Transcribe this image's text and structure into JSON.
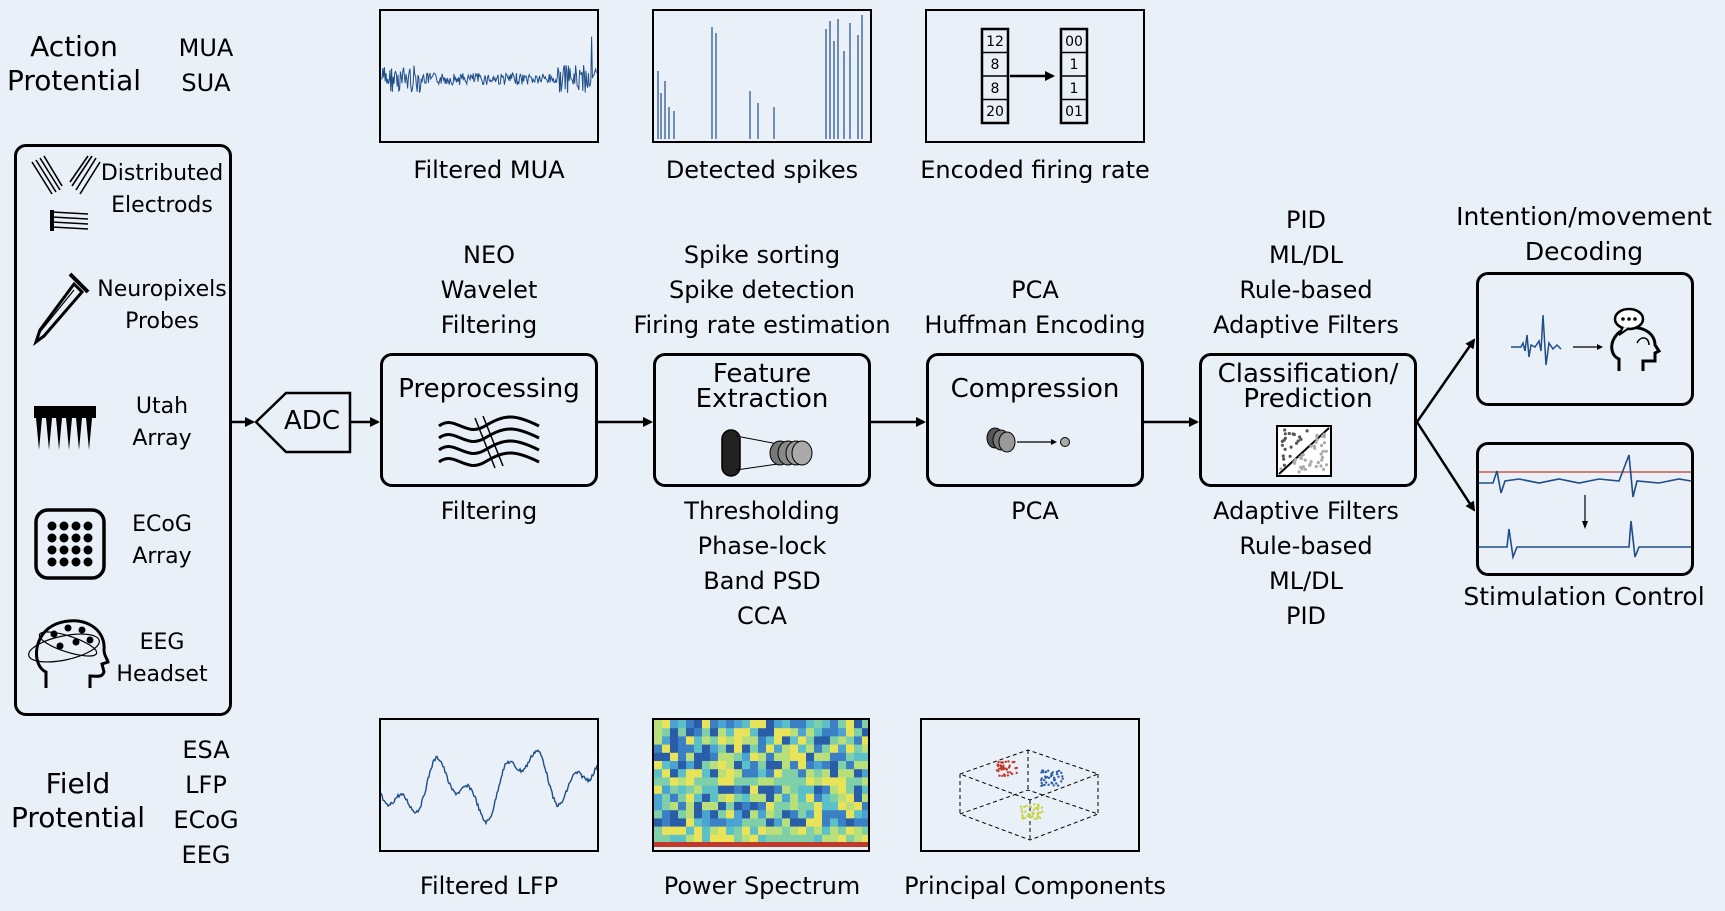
{
  "action_potential": {
    "title": [
      "Action",
      "Protential"
    ],
    "types": [
      "MUA",
      "SUA"
    ]
  },
  "field_potential": {
    "title": [
      "Field",
      "Protential"
    ],
    "types": [
      "ESA",
      "LFP",
      "ECoG",
      "EEG"
    ]
  },
  "sensors": [
    {
      "label": [
        "Distributed",
        "Electrods"
      ],
      "icon": "distributed-electrodes-icon"
    },
    {
      "label": [
        "Neuropixels",
        "Probes"
      ],
      "icon": "neuropixels-probe-icon"
    },
    {
      "label": [
        "Utah",
        "Array"
      ],
      "icon": "utah-array-icon"
    },
    {
      "label": [
        "ECoG",
        "Array"
      ],
      "icon": "ecog-array-icon"
    },
    {
      "label": [
        "EEG",
        "Headset"
      ],
      "icon": "eeg-headset-icon"
    }
  ],
  "adc": {
    "label": "ADC"
  },
  "stages": [
    {
      "title": "Preprocessing",
      "top_methods": [
        "NEO",
        "Wavelet",
        "Filtering"
      ],
      "bottom_methods": [
        "Filtering"
      ],
      "icon": "waves-icon"
    },
    {
      "title": [
        "Feature",
        "Extraction"
      ],
      "top_methods": [
        "Spike sorting",
        "Spike detection",
        "Firing rate estimation"
      ],
      "bottom_methods": [
        "Thresholding",
        "Phase-lock",
        "Band PSD",
        "CCA"
      ],
      "icon": "feature-extraction-icon"
    },
    {
      "title": "Compression",
      "top_methods": [
        "PCA",
        "Huffman Encoding"
      ],
      "bottom_methods": [
        "PCA"
      ],
      "icon": "compression-icon"
    },
    {
      "title": [
        "Classification/",
        "Prediction"
      ],
      "top_methods": [
        "PID",
        "ML/DL",
        "Rule-based",
        "Adaptive Filters"
      ],
      "bottom_methods": [
        "Adaptive Filters",
        "Rule-based",
        "ML/DL",
        "PID"
      ],
      "icon": "classification-scatter-icon"
    }
  ],
  "spike_panels": [
    {
      "caption": "Filtered MUA"
    },
    {
      "caption": "Detected spikes"
    },
    {
      "caption": "Encoded firing rate",
      "left_values": [
        "12",
        "8",
        "8",
        "20"
      ],
      "right_values": [
        "00",
        "1",
        "1",
        "01"
      ]
    }
  ],
  "field_panels": [
    {
      "caption": "Filtered LFP"
    },
    {
      "caption": "Power Spectrum"
    },
    {
      "caption": "Principal Components"
    }
  ],
  "outputs": [
    {
      "label": [
        "Intention/movement",
        "Decoding"
      ],
      "icon": "head-thought-icon"
    },
    {
      "label": [
        "Stimulation Control"
      ],
      "icon": "stimulation-waveform-icon"
    }
  ],
  "colors": {
    "background": "#e9f0f8",
    "signal": "#1f4e89",
    "cluster_red": "#c0392b",
    "cluster_blue": "#2e5fa8",
    "cluster_yellow": "#c8d23c",
    "threshold": "#c0392b"
  }
}
